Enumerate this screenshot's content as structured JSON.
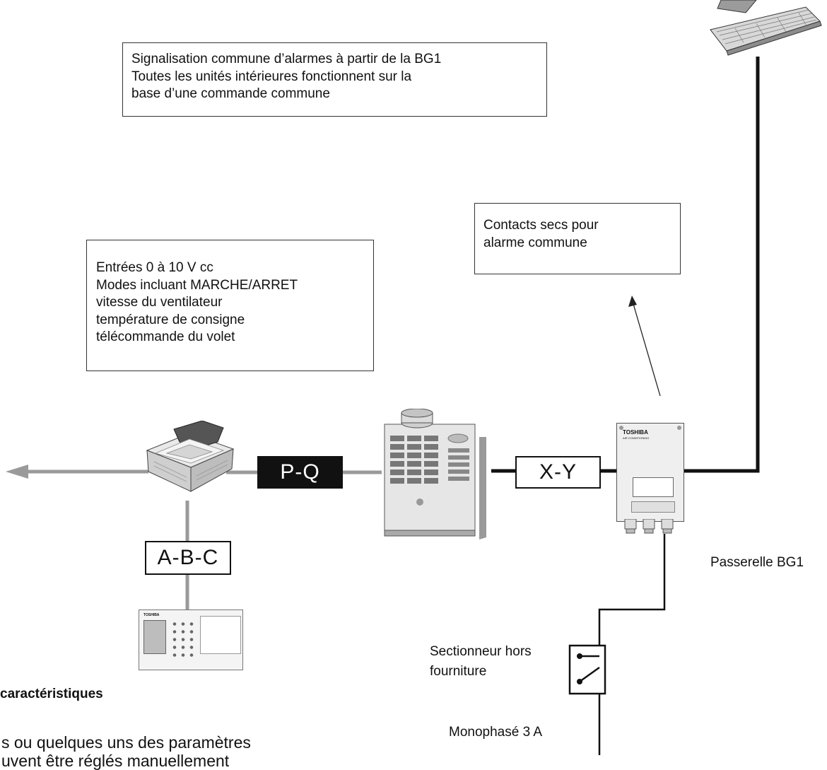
{
  "notes": {
    "alarms": [
      "Signalisation commune d’alarmes à partir de la BG1",
      "Toutes les unités intérieures fonctionnent sur la",
      "base d’une commande commune"
    ],
    "contacts": [
      "Contacts secs pour",
      "alarme commune"
    ],
    "inputs": [
      "Entrées 0 à 10 V cc",
      "Modes incluant MARCHE/ARRET",
      "vitesse du ventilateur",
      "température de consigne",
      "télécommande du volet"
    ]
  },
  "tags": {
    "pq": "P-Q",
    "xy": "X-Y",
    "abc": "A-B-C"
  },
  "devices": {
    "gateway_brand": "TOSHIBA",
    "gateway_sub": "AIR CONDITIONING",
    "remote_brand": "TOSHIBA",
    "gateway_label": "Passerelle BG1"
  },
  "labels": {
    "isolator": [
      "Sectionneur hors",
      "fourniture"
    ],
    "power": "Monophasé 3 A"
  },
  "bottom_text": {
    "heading": "caractéristiques",
    "body": "s ou quelques uns des paramètres",
    "cut": "uvent être réglés manuellement"
  }
}
